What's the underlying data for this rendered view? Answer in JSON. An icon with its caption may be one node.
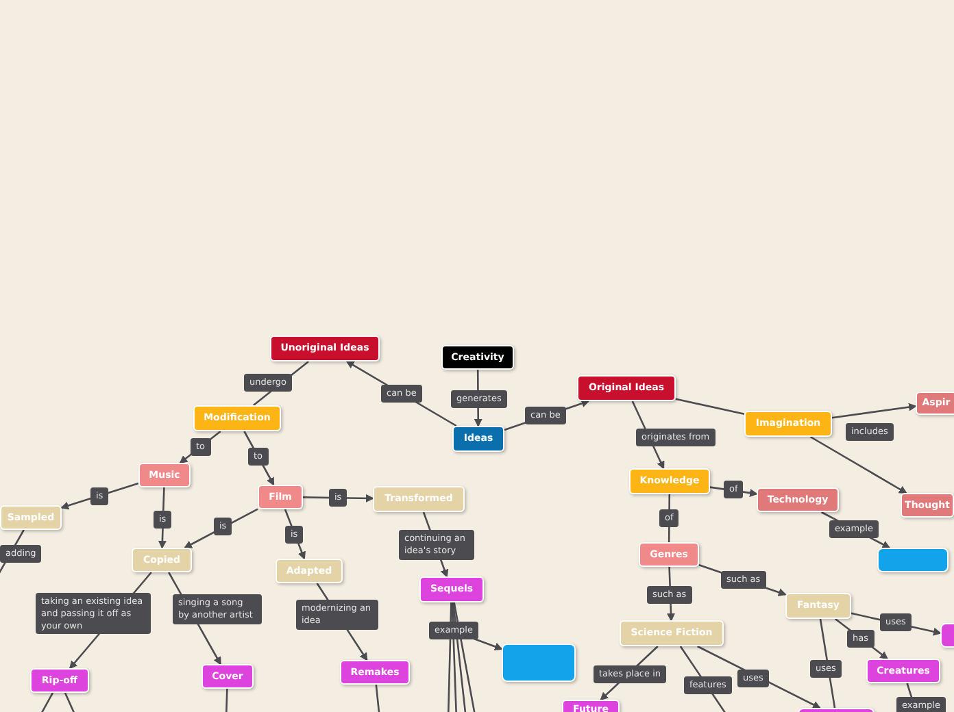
{
  "diagram": {
    "nodes": [
      {
        "text": [
          "Creativity"
        ]
      },
      {
        "text": [
          "Ideas"
        ]
      },
      {
        "text": [
          "Unoriginal Ideas"
        ]
      },
      {
        "text": [
          "Original Ideas"
        ]
      },
      {
        "text": [
          "Modification"
        ]
      },
      {
        "text": [
          "Music"
        ]
      },
      {
        "text": [
          "Film"
        ]
      },
      {
        "text": [
          "Sampled"
        ]
      },
      {
        "text": [
          "Copied"
        ]
      },
      {
        "text": [
          "Adapted"
        ]
      },
      {
        "text": [
          "Transformed"
        ]
      },
      {
        "text": [
          "Sequels"
        ]
      },
      {
        "text": [],
        "shape": "box"
      },
      {
        "text": [
          "Rip-off"
        ]
      },
      {
        "text": [
          "Cover"
        ]
      },
      {
        "text": [
          "Remakes"
        ]
      },
      {
        "text": [
          "Imagination"
        ]
      },
      {
        "text": [
          "Aspir"
        ]
      },
      {
        "text": [
          "Thought"
        ]
      },
      {
        "text": [
          "Knowledge"
        ]
      },
      {
        "text": [
          "Technology"
        ]
      },
      {
        "text": [],
        "shape": "box"
      },
      {
        "text": [
          "Genres"
        ]
      },
      {
        "text": [
          "Fantasy"
        ]
      },
      {
        "text": [],
        "shape": "box"
      },
      {
        "text": [
          "Creatures"
        ]
      },
      {
        "text": [
          "Science Fiction"
        ]
      },
      {
        "text": [
          "Future"
        ]
      },
      {
        "text": [],
        "shape": "box"
      }
    ],
    "edges": [
      {
        "from": 0,
        "to": 1,
        "arrow": "to",
        "label": "generates"
      },
      {
        "from": 1,
        "to": 2,
        "arrow": "to",
        "label": "can be"
      },
      {
        "from": 1,
        "to": 3,
        "arrow": "to",
        "label": "can be"
      },
      {
        "from": 2,
        "to": 4,
        "arrow": "none",
        "label": "undergo"
      },
      {
        "from": 4,
        "to": 5,
        "arrow": "to",
        "label": "to"
      },
      {
        "from": 4,
        "to": 6,
        "arrow": "to",
        "label": "to"
      },
      {
        "from": 5,
        "to": 7,
        "arrow": "to",
        "label": "is"
      },
      {
        "from": 5,
        "to": 8,
        "arrow": "to",
        "label": "is"
      },
      {
        "from": 6,
        "to": 8,
        "arrow": "to",
        "label": "is"
      },
      {
        "from": 6,
        "to": 9,
        "arrow": "to",
        "label": "is"
      },
      {
        "from": 6,
        "to": 10,
        "arrow": "to",
        "label": "is"
      },
      {
        "from": 8,
        "to": 13,
        "arrow": "to",
        "label": "taking an existing idea and passing it off as your own"
      },
      {
        "from": 8,
        "to": 14,
        "arrow": "to",
        "label": "singing a song by another artist"
      },
      {
        "from": 9,
        "to": 15,
        "arrow": "to",
        "label": "modernizing an idea"
      },
      {
        "from": 10,
        "to": 11,
        "arrow": "to",
        "label": "continuing an idea's story"
      },
      {
        "from": 11,
        "to": 12,
        "arrow": "to",
        "label": "example"
      },
      {
        "from": 3,
        "to": 19,
        "arrow": "to",
        "label": "originates from"
      },
      {
        "from": 3,
        "to": 16,
        "arrow": "none"
      },
      {
        "from": 16,
        "to": 17,
        "arrow": "to",
        "label": "includes"
      },
      {
        "from": 16,
        "to": 18,
        "arrow": "to"
      },
      {
        "from": 19,
        "to": 20,
        "arrow": "to",
        "label": "of"
      },
      {
        "from": 19,
        "to": 22,
        "arrow": "none",
        "label": "of"
      },
      {
        "from": 20,
        "to": 21,
        "arrow": "to",
        "label": "example"
      },
      {
        "from": 22,
        "to": 26,
        "arrow": "to",
        "label": "such as"
      },
      {
        "from": 22,
        "to": 23,
        "arrow": "to",
        "label": "such as"
      },
      {
        "from": 23,
        "to": 24,
        "arrow": "to",
        "label": "uses"
      },
      {
        "from": 23,
        "to": 25,
        "arrow": "to",
        "label": "has"
      },
      {
        "from": 23,
        "to": 28,
        "arrow": "none",
        "label": "uses"
      },
      {
        "from": 26,
        "to": 27,
        "arrow": "to",
        "label": "takes place in"
      },
      {
        "from": 26,
        "to": null,
        "arrow": "none",
        "label": "features"
      },
      {
        "from": 26,
        "to": 28,
        "arrow": "to",
        "label": "uses"
      },
      {
        "from": 25,
        "to": null,
        "arrow": "none",
        "label": "example"
      },
      {
        "from": 7,
        "to": null,
        "arrow": "none",
        "label": "adding"
      },
      {
        "from": 13,
        "to": null,
        "arrow": "none"
      },
      {
        "from": 13,
        "to": null,
        "arrow": "none"
      },
      {
        "from": 14,
        "to": null,
        "arrow": "none"
      },
      {
        "from": 15,
        "to": null,
        "arrow": "none"
      },
      {
        "from": 11,
        "to": null,
        "arrow": "none"
      },
      {
        "from": 11,
        "to": null,
        "arrow": "none"
      },
      {
        "from": 11,
        "to": null,
        "arrow": "none"
      },
      {
        "from": 11,
        "to": null,
        "arrow": "none"
      }
    ]
  }
}
